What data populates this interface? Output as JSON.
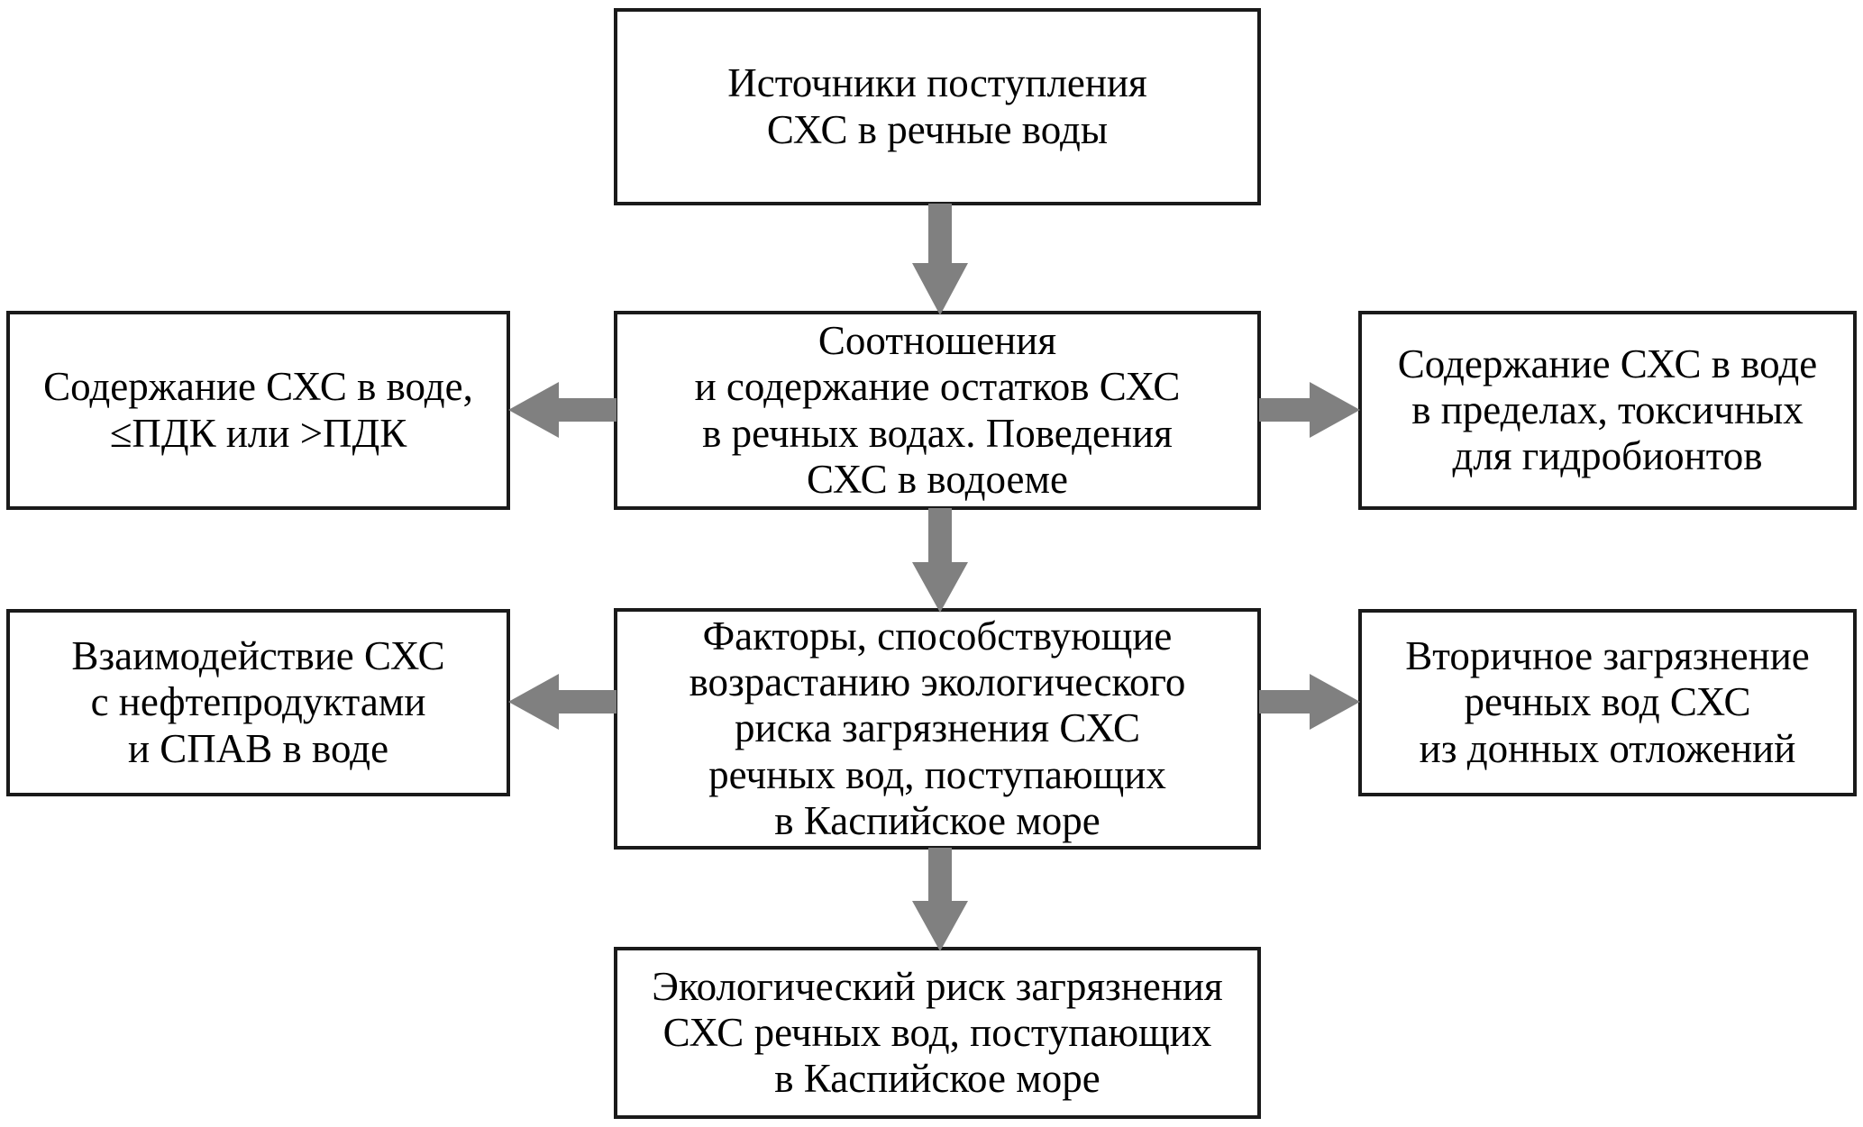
{
  "diagram": {
    "title": "Экологический риск загрязнения СХС речных вод",
    "accent_color": "#808080",
    "border_color": "#1a1a1a",
    "background_color": "#ffffff",
    "nodes": {
      "top": {
        "id": "sources",
        "text": "Источники поступления\nСХС в речные воды"
      },
      "center_1": {
        "id": "ratios-and-content",
        "text": "Соотношения\nи содержание остатков СХС\nв речных водах. Поведения\nСХС в водоеме"
      },
      "left_1": {
        "id": "content-mpc",
        "text": "Содержание СХС в воде,\n≤ПДК или >ПДК"
      },
      "right_1": {
        "id": "content-toxic",
        "text": "Содержание СХС в воде\nв пределах, токсичных\nдля гидробионтов"
      },
      "center_2": {
        "id": "risk-factors",
        "text": "Факторы, способствующие\nвозрастанию экологического\nриска загрязнения СХС\nречных вод, поступающих\nв Каспийское море"
      },
      "left_2": {
        "id": "interaction-oil-surfactants",
        "text": "Взаимодействие СХС\nс нефтепродуктами\nи СПАВ в воде"
      },
      "right_2": {
        "id": "secondary-pollution",
        "text": "Вторичное загрязнение\nречных вод СХС\nиз донных отложений"
      },
      "bottom": {
        "id": "ecological-risk",
        "text": "Экологический риск загрязнения\nСХС речных вод, поступающих\nв Каспийское море"
      }
    },
    "arrows": [
      {
        "id": "top-to-center",
        "direction": "down",
        "from": "top",
        "to": "center_1"
      },
      {
        "id": "center-to-mid",
        "direction": "down",
        "from": "center_1",
        "to": "center_2"
      },
      {
        "id": "mid-to-bottom",
        "direction": "down",
        "from": "center_2",
        "to": "bottom"
      },
      {
        "id": "center-left-1",
        "direction": "left",
        "from": "center_1",
        "to": "left_1"
      },
      {
        "id": "center-right-1",
        "direction": "right",
        "from": "center_1",
        "to": "right_1"
      },
      {
        "id": "center-left-2",
        "direction": "left",
        "from": "center_2",
        "to": "left_2"
      },
      {
        "id": "center-right-2",
        "direction": "right",
        "from": "center_2",
        "to": "right_2"
      }
    ]
  }
}
